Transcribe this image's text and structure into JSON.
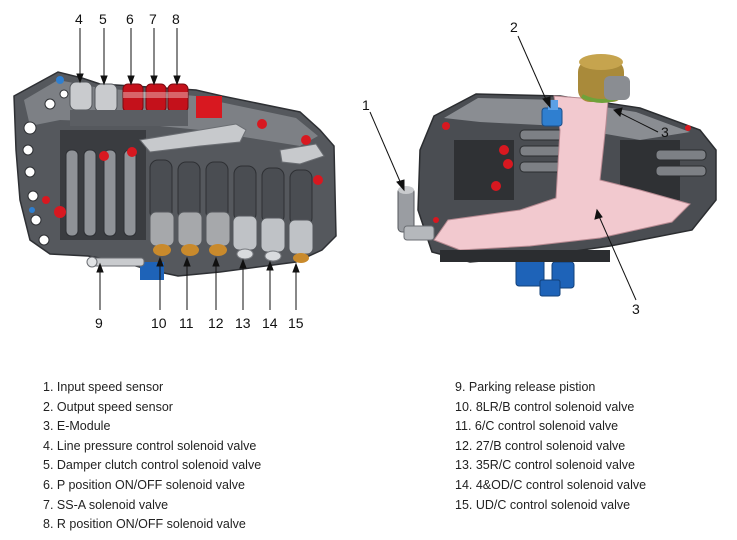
{
  "callouts": {
    "c1": "1",
    "c2": "2",
    "c3": "3",
    "c3b": "3",
    "c4": "4",
    "c5": "5",
    "c6": "6",
    "c7": "7",
    "c8": "8",
    "c9": "9",
    "c10": "10",
    "c11": "11",
    "c12": "12",
    "c13": "13",
    "c14": "14",
    "c15": "15"
  },
  "legend": {
    "left": [
      "1. Input speed sensor",
      "2. Output speed sensor",
      "3. E-Module",
      "4. Line pressure control solenoid valve",
      "5. Damper clutch control solenoid valve",
      "6. P position ON/OFF solenoid valve",
      "7. SS-A solenoid valve",
      "8. R position ON/OFF solenoid valve"
    ],
    "right": [
      "9. Parking release pistion",
      "10. 8LR/B control solenoid valve",
      "11. 6/C control solenoid valve",
      "12. 27/B control solenoid valve",
      "13. 35R/C control solenoid valve",
      "14. 4&OD/C control solenoid valve",
      "15. UD/C control solenoid valve"
    ]
  },
  "colors": {
    "body_dark": "#3a3c40",
    "body_mid": "#6b6e73",
    "body_light": "#a9acb0",
    "solenoid_red": "#c4111b",
    "connector_bronze": "#c98a2c",
    "connector_silver": "#bfc2c6",
    "emodule_pink": "#f2c9cf",
    "sensor_blue": "#2f7fd0",
    "plug_blue": "#1e63b8",
    "plug_olive": "#a98a3a"
  }
}
